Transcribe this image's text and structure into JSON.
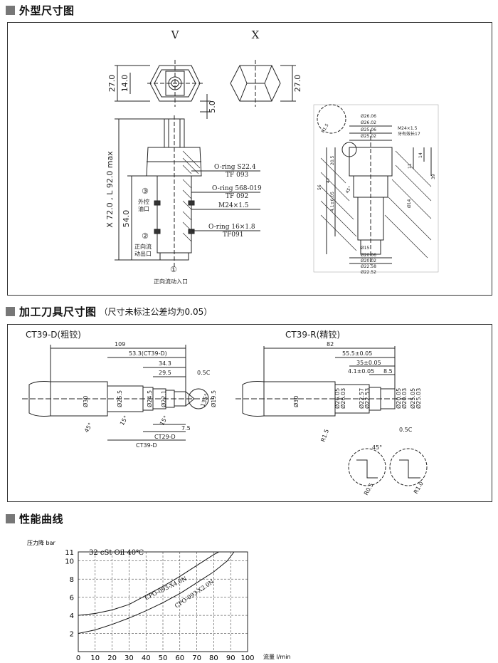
{
  "sections": {
    "outline": {
      "title": "外型尺寸图"
    },
    "tool": {
      "title": "加工刀具尺寸图",
      "note": "（尺寸未标注公差均为0.05）"
    },
    "perf": {
      "title": "性能曲线"
    }
  },
  "outline": {
    "view_v": "V",
    "view_x": "X",
    "dim_27_left": "27.0",
    "dim_14": "14.0",
    "dim_27_right": "27.0",
    "dim_5": "5.0",
    "dim_length": "X 72.0 , L 92.0 max",
    "dim_54": "54.0",
    "oring1": "O-ring S22.4",
    "tf093": "TF 093",
    "oring2": "O-ring 568-019",
    "tf092": "TF 092",
    "thread": "M24×1.5",
    "oring3": "O-ring 16×1.8",
    "tf091": "TF091",
    "port3_num": "③",
    "port3_l1": "外控",
    "port3_l2": "油口",
    "port2_num": "②",
    "port2_l1": "正向流",
    "port2_l2": "动出口",
    "port1_num": "①",
    "port1_label": "正向流动入口",
    "cavity": {
      "d1": "Ø26.06",
      "d2": "Ø26.02",
      "d3": "Ø25.06",
      "d4": "Ø25.02",
      "thread": "M24×1.5",
      "thread_note": "牙有效长17",
      "r": "R1.5",
      "h14": "14",
      "h11": "11",
      "h39": "39",
      "h205": "20.5",
      "h47": "47",
      "h56": "56",
      "h41": "4.1±0.05",
      "ang": "45°",
      "d14": "Ø14",
      "d15": "Ø15",
      "b1": "Ø20.06",
      "b2": "Ø20.02",
      "b3": "Ø22.58",
      "b4": "Ø22.52"
    }
  },
  "tool": {
    "left_title": "CT39-D(粗铰)",
    "right_title": "CT39-R(精铰)",
    "L": {
      "d109": "109",
      "d533": "53.3(CT39-D)",
      "d343": "34.3",
      "d295": "29.5",
      "c05": "0.5C",
      "o30": "Ø30",
      "o255": "Ø25.5",
      "o245": "Ø24.5",
      "o221": "Ø22.1",
      "o195": "Ø19.5",
      "a135": "135°",
      "a45": "45°",
      "a15": "15°",
      "a15b": "15°",
      "d75": "7.5",
      "ct29": "CT29-D",
      "ct39": "CT39-D"
    },
    "R": {
      "d82": "82",
      "d555": "55.5±0.05",
      "d35": "35±0.05",
      "d41": "4.1±0.05",
      "d85": "8.5",
      "o30": "Ø30",
      "o2605": "Ø26.05",
      "o2603": "Ø26.03",
      "o2257": "Ø22.57",
      "o2253": "Ø22.53",
      "o2005": "Ø20.05",
      "o2003": "Ø20.03",
      "o2505": "Ø25.05",
      "o2503": "Ø25.03",
      "r15": "R1.5",
      "c05": "0.5C",
      "a45": "45°",
      "r05": "R0.5",
      "r10": "R1.0"
    }
  },
  "chart_data": {
    "type": "line",
    "title": "32 cSt Oil 40℃",
    "ylabel": "压力降 bar",
    "xlabel": "流量 l/min",
    "x_ticks": [
      "0",
      "10",
      "20",
      "30",
      "40",
      "50",
      "60",
      "70",
      "80",
      "90",
      "100"
    ],
    "y_ticks": [
      "2",
      "4",
      "6",
      "8",
      "10",
      "11"
    ],
    "xlim": [
      0,
      100
    ],
    "ylim": [
      0,
      11
    ],
    "series": [
      {
        "name": "CPO-093-X4.0N",
        "points": [
          [
            0,
            4.0
          ],
          [
            10,
            4.2
          ],
          [
            20,
            4.6
          ],
          [
            30,
            5.2
          ],
          [
            40,
            6.2
          ],
          [
            50,
            7.2
          ],
          [
            60,
            8.3
          ],
          [
            70,
            9.5
          ],
          [
            80,
            10.7
          ],
          [
            83,
            11
          ]
        ]
      },
      {
        "name": "CPO-093-X2.0N",
        "points": [
          [
            0,
            2.0
          ],
          [
            10,
            2.4
          ],
          [
            20,
            3.0
          ],
          [
            30,
            3.7
          ],
          [
            40,
            4.5
          ],
          [
            50,
            5.4
          ],
          [
            60,
            6.4
          ],
          [
            70,
            7.6
          ],
          [
            80,
            8.8
          ],
          [
            88,
            10
          ],
          [
            92,
            11
          ]
        ]
      }
    ]
  }
}
